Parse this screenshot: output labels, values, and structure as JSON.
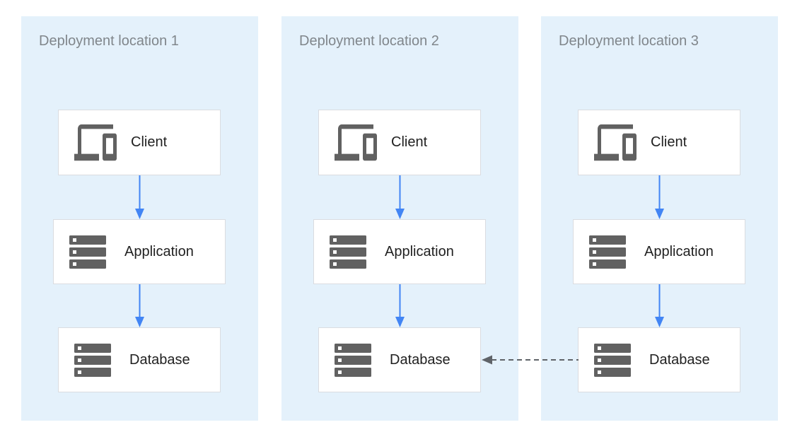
{
  "panels": [
    {
      "title": "Deployment location 1",
      "nodes": [
        {
          "label": "Client",
          "icon": "devices-icon"
        },
        {
          "label": "Application",
          "icon": "server-stack-icon"
        },
        {
          "label": "Database",
          "icon": "server-stack-icon"
        }
      ]
    },
    {
      "title": "Deployment location 2",
      "nodes": [
        {
          "label": "Client",
          "icon": "devices-icon"
        },
        {
          "label": "Application",
          "icon": "server-stack-icon"
        },
        {
          "label": "Database",
          "icon": "server-stack-icon"
        }
      ]
    },
    {
      "title": "Deployment location 3",
      "nodes": [
        {
          "label": "Client",
          "icon": "devices-icon"
        },
        {
          "label": "Application",
          "icon": "server-stack-icon"
        },
        {
          "label": "Database",
          "icon": "server-stack-icon"
        }
      ]
    }
  ],
  "connections": [
    {
      "panel": "Deployment location 1",
      "from": "Client",
      "to": "Application",
      "style": "solid-blue-arrow"
    },
    {
      "panel": "Deployment location 1",
      "from": "Application",
      "to": "Database",
      "style": "solid-blue-arrow"
    },
    {
      "panel": "Deployment location 2",
      "from": "Client",
      "to": "Application",
      "style": "solid-blue-arrow"
    },
    {
      "panel": "Deployment location 2",
      "from": "Application",
      "to": "Database",
      "style": "solid-blue-arrow"
    },
    {
      "panel": "Deployment location 3",
      "from": "Client",
      "to": "Application",
      "style": "solid-blue-arrow"
    },
    {
      "panel": "Deployment location 3",
      "from": "Application",
      "to": "Database",
      "style": "solid-blue-arrow"
    },
    {
      "from": "Database (Deployment location 3)",
      "to": "Database (Deployment location 2)",
      "style": "dashed-gray-arrow"
    }
  ],
  "colors": {
    "panel_background": "#e4f1fb",
    "node_background": "#ffffff",
    "node_border": "#dadce0",
    "icon_gray": "#616161",
    "label_text": "#212121",
    "title_text": "#80868b",
    "flow_arrow_blue": "#4285f4",
    "replication_arrow_gray": "#5f6368"
  }
}
